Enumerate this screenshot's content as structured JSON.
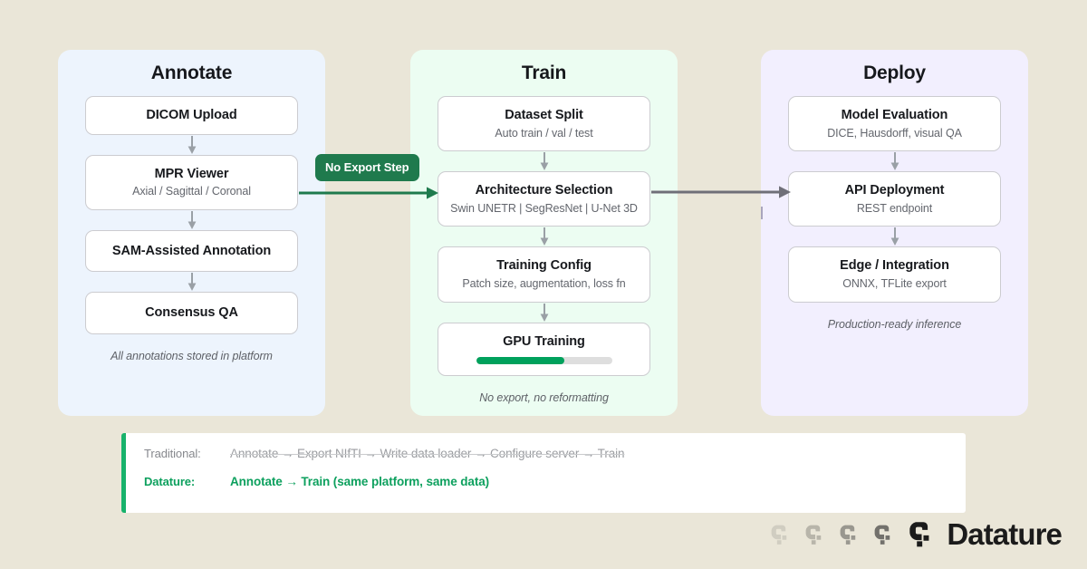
{
  "theme": {
    "page_background": "#eae6d8",
    "annotate_panel": "#edf4fd",
    "train_panel": "#ecfdf2",
    "deploy_panel": "#f2effe",
    "brand_green": "#0da05e",
    "badge_green": "#1f7a4d",
    "progress_green": "#00a15c",
    "arrow_gray": "#6f6f78",
    "arrow_green": "#1f7a4d"
  },
  "columns": [
    {
      "id": "annotate",
      "title": "Annotate",
      "note": "All annotations stored in platform",
      "nodes": [
        {
          "title": "DICOM Upload",
          "sub": ""
        },
        {
          "title": "MPR Viewer",
          "sub": "Axial / Sagittal / Coronal"
        },
        {
          "title": "SAM-Assisted Annotation",
          "sub": ""
        },
        {
          "title": "Consensus QA",
          "sub": ""
        }
      ]
    },
    {
      "id": "train",
      "title": "Train",
      "note": "No export, no reformatting",
      "nodes": [
        {
          "title": "Dataset Split",
          "sub": "Auto train / val / test"
        },
        {
          "title": "Architecture Selection",
          "sub": "Swin UNETR | SegResNet | U-Net 3D"
        },
        {
          "title": "Training Config",
          "sub": "Patch size, augmentation, loss fn"
        },
        {
          "title": "GPU Training",
          "sub": "",
          "progress_percent": 65
        }
      ]
    },
    {
      "id": "deploy",
      "title": "Deploy",
      "note": "Production-ready inference",
      "nodes": [
        {
          "title": "Model Evaluation",
          "sub": "DICE, Hausdorff, visual QA"
        },
        {
          "title": "API Deployment",
          "sub": "REST endpoint"
        },
        {
          "title": "Edge / Integration",
          "sub": "ONNX, TFLite export"
        }
      ]
    }
  ],
  "badge": {
    "label": "No Export Step"
  },
  "comparison": {
    "traditional_label": "Traditional:",
    "traditional_value": "Annotate → Export NIfTI → Write data loader → Configure server → Train",
    "datature_label": "Datature:",
    "datature_value": "Annotate → Train (same platform, same data)"
  },
  "logo": {
    "wordmark": "Datature"
  }
}
